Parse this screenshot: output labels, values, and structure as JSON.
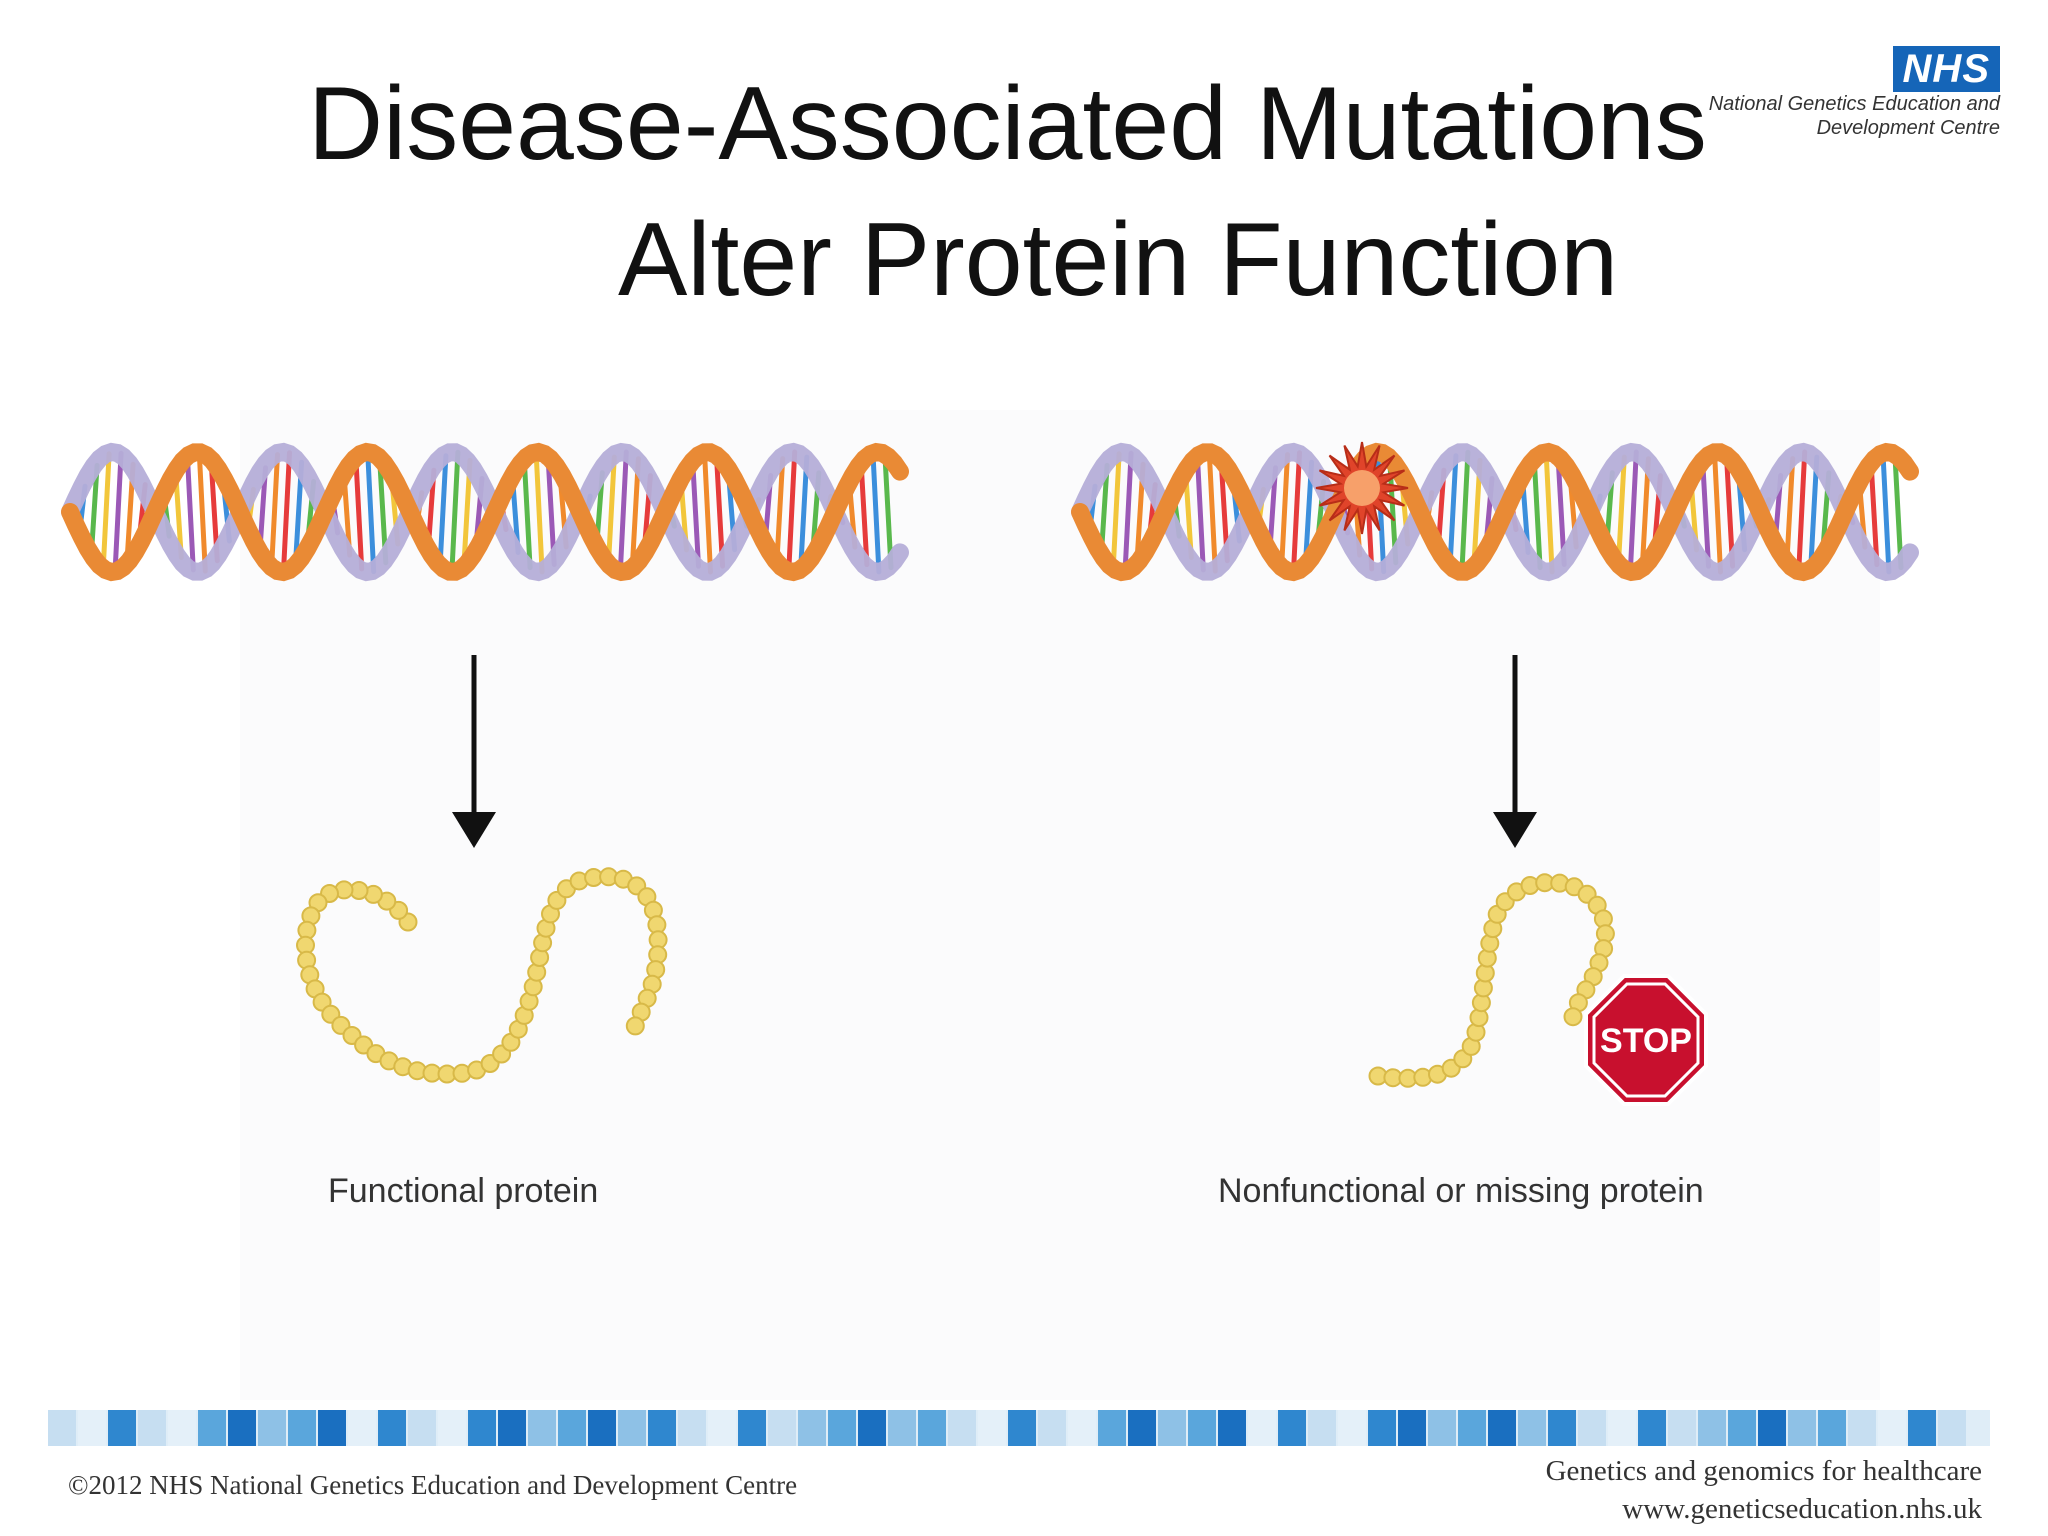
{
  "slide": {
    "title_line1": "Disease-Associated Mutations",
    "title_line2": "Alter Protein Function"
  },
  "logo": {
    "badge": "NHS",
    "line1": "National Genetics Education and",
    "line2": "Development Centre"
  },
  "diagram": {
    "left_caption": "Functional protein",
    "right_caption": "Nonfunctional or missing protein",
    "stop_sign_text": "STOP"
  },
  "footer": {
    "copyright": "©2012 NHS National Genetics Education and Development Centre",
    "tagline": "Genetics and genomics for healthcare",
    "url": "www.geneticseducation.nhs.uk"
  },
  "colors": {
    "nhs_blue": "#1565b8",
    "strand_orange": "#e98a35",
    "strand_lilac": "#b5aed8",
    "protein_bead": "#f0d770",
    "stop_red": "#c8102e",
    "mutation_burst": "#e0442a"
  },
  "icons": [
    "arrow-down-icon",
    "mutation-burst-icon",
    "stop-sign-icon"
  ]
}
